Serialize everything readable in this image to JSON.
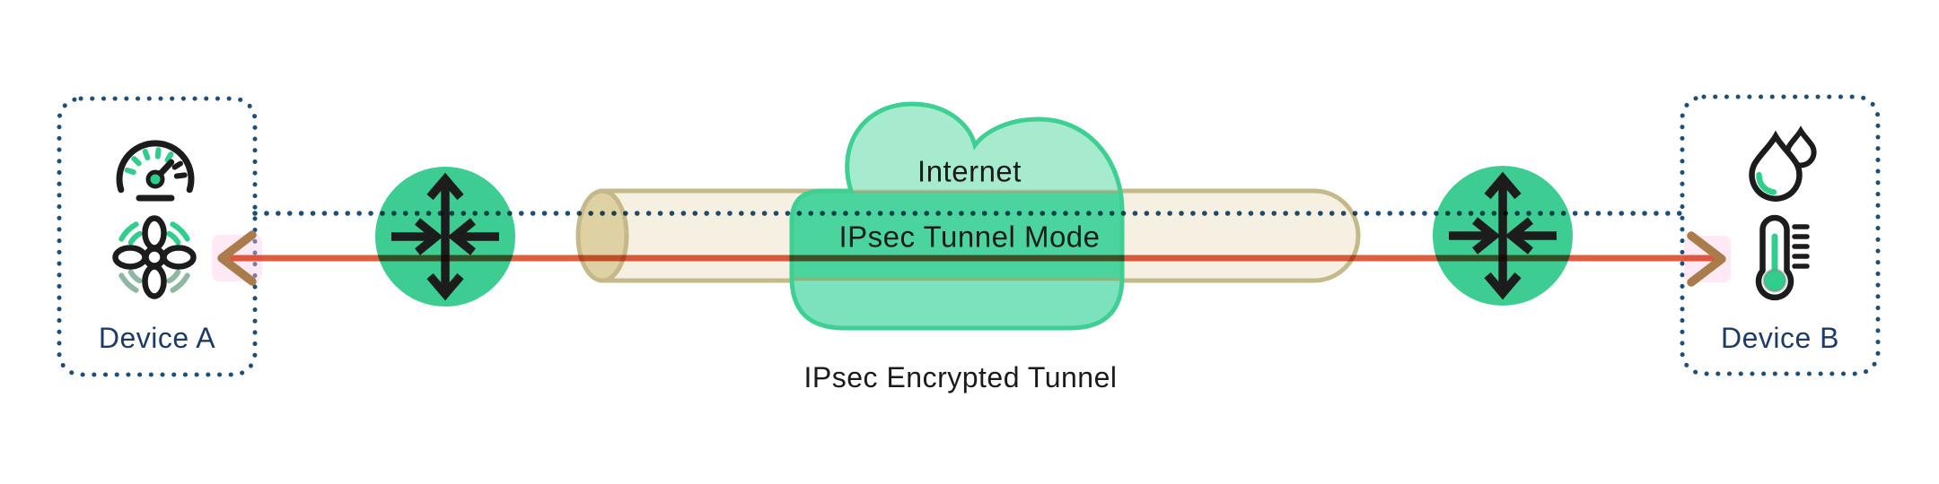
{
  "diagram": {
    "caption": "IPsec Encrypted Tunnel",
    "cloud": {
      "top_label": "Internet",
      "band_label": "IPsec Tunnel Mode"
    },
    "device_a": {
      "label": "Device A",
      "icons": [
        "speedometer-icon",
        "fan-icon"
      ]
    },
    "device_b": {
      "label": "Device B",
      "icons": [
        "water-drops-icon",
        "thermometer-icon"
      ]
    },
    "routers": {
      "icon": "router-crossed-arrows-icon",
      "count": 2
    }
  },
  "colors": {
    "navy_dotted": "#1d4e78",
    "device_label": "#1e3a66",
    "router_green": "#3dcd92",
    "icon_green": "#2fce8c",
    "icon_sage": "#8fb8a2",
    "icon_black": "#1c1c1c",
    "red_line": "#dd5f40",
    "arrow_head": "#aa7c4c",
    "arrow_glow": "#ffc9e6",
    "cylinder_fill": "#f6f0e2",
    "cylinder_stroke": "#c5b98a",
    "cylinder_end": "#ded2a4",
    "cloud_stroke": "#3ecf92",
    "cloud_light": "#a7ebcf",
    "cloud_band": "#4bd49e",
    "cloud_bottom": "#7ce1bd",
    "text_black": "#1b1b1b"
  }
}
